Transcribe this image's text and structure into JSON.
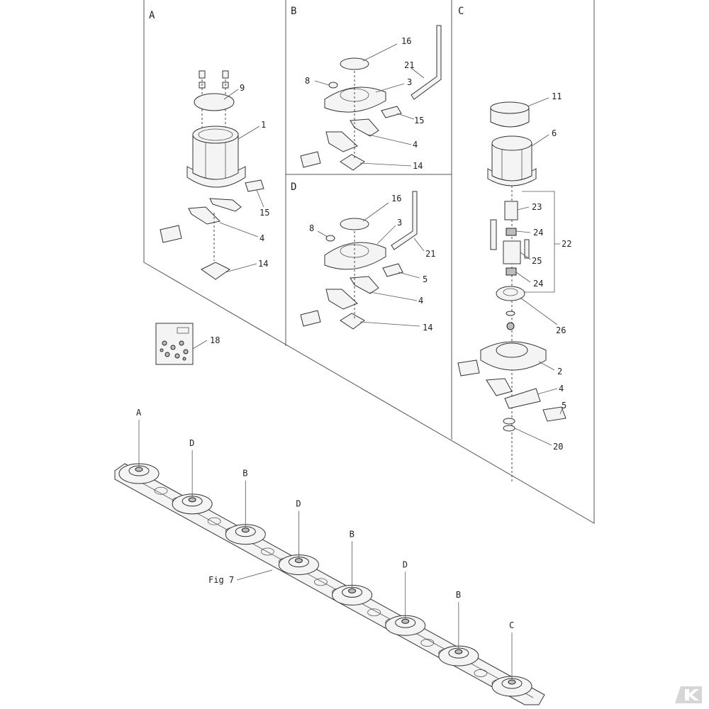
{
  "panels": {
    "a": "A",
    "b": "B",
    "c": "C",
    "d": "D"
  },
  "callouts": {
    "a_9": "9",
    "a_1": "1",
    "a_15": "15",
    "a_4": "4",
    "a_14": "14",
    "b_16": "16",
    "b_21": "21",
    "b_8": "8",
    "b_3": "3",
    "b_15": "15",
    "b_4": "4",
    "b_14": "14",
    "d_16": "16",
    "d_8": "8",
    "d_3": "3",
    "d_21": "21",
    "d_5": "5",
    "d_4": "4",
    "d_14": "14",
    "c_11": "11",
    "c_6": "6",
    "c_23": "23",
    "c_24a": "24",
    "c_22": "22",
    "c_25": "25",
    "c_24b": "24",
    "c_26": "26",
    "c_2": "2",
    "c_4": "4",
    "c_5": "5",
    "c_20": "20",
    "kit_18": "18"
  },
  "bar_labels": [
    "A",
    "D",
    "B",
    "D",
    "B",
    "D",
    "B",
    "C"
  ],
  "figure_label": "Fig 7",
  "icons": {
    "parts_bag": "parts-bag-icon",
    "brand_logo": "brand-logo-icon"
  }
}
